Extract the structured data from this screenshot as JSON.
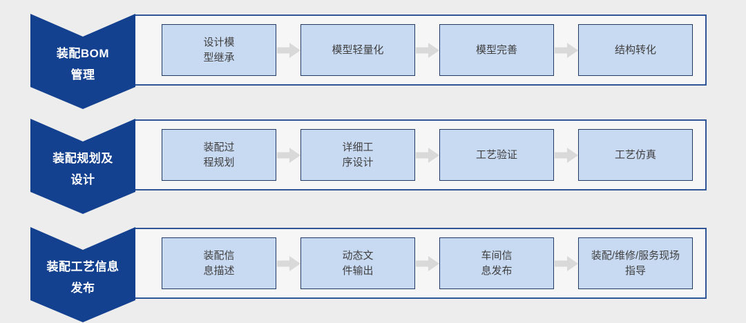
{
  "colors": {
    "page_bg": "#ecedec",
    "panel_bg": "#f5f6f5",
    "panel_border": "#2e5597",
    "chevron_fill": "#14418f",
    "chevron_text": "#ffffff",
    "box_fill": "#c8d9f2",
    "box_border": "#1f3864",
    "box_text": "#3f3f3f",
    "arrow_fill": "#d9d9d9"
  },
  "rows": [
    {
      "label": [
        "装配BOM",
        "管理"
      ],
      "steps": [
        [
          "设计模",
          "型继承"
        ],
        [
          "模型轻量化"
        ],
        [
          "模型完善"
        ],
        [
          "结构转化"
        ]
      ]
    },
    {
      "label": [
        "装配规划及",
        "设计"
      ],
      "steps": [
        [
          "装配过",
          "程规划"
        ],
        [
          "详细工",
          "序设计"
        ],
        [
          "工艺验证"
        ],
        [
          "工艺仿真"
        ]
      ]
    },
    {
      "label": [
        "装配工艺信息",
        "发布"
      ],
      "steps": [
        [
          "装配信",
          "息描述"
        ],
        [
          "动态文",
          "件输出"
        ],
        [
          "车间信",
          "息发布"
        ],
        [
          "装配/维修/服务现场",
          "指导"
        ]
      ]
    }
  ]
}
